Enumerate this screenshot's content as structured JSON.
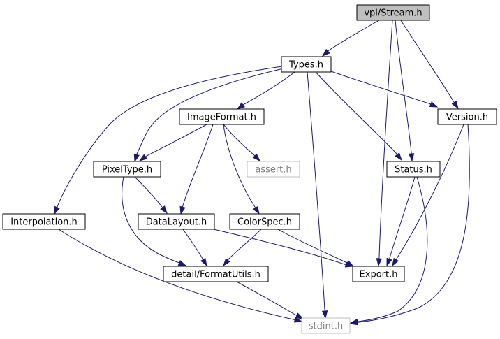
{
  "diagram": {
    "nodes": [
      {
        "id": "stream",
        "label": "vpi/Stream.h",
        "kind": "root"
      },
      {
        "id": "types",
        "label": "Types.h",
        "kind": "normal"
      },
      {
        "id": "imageformat",
        "label": "ImageFormat.h",
        "kind": "normal"
      },
      {
        "id": "version",
        "label": "Version.h",
        "kind": "normal"
      },
      {
        "id": "pixeltype",
        "label": "PixelType.h",
        "kind": "normal"
      },
      {
        "id": "assert",
        "label": "assert.h",
        "kind": "external"
      },
      {
        "id": "status",
        "label": "Status.h",
        "kind": "normal"
      },
      {
        "id": "interpolation",
        "label": "Interpolation.h",
        "kind": "normal"
      },
      {
        "id": "datalayout",
        "label": "DataLayout.h",
        "kind": "normal"
      },
      {
        "id": "colorspec",
        "label": "ColorSpec.h",
        "kind": "normal"
      },
      {
        "id": "formatutils",
        "label": "detail/FormatUtils.h",
        "kind": "normal"
      },
      {
        "id": "export",
        "label": "Export.h",
        "kind": "normal"
      },
      {
        "id": "stdint",
        "label": "stdint.h",
        "kind": "external"
      }
    ],
    "edges": [
      {
        "from": "stream",
        "to": "types"
      },
      {
        "from": "stream",
        "to": "export"
      },
      {
        "from": "stream",
        "to": "status"
      },
      {
        "from": "stream",
        "to": "version"
      },
      {
        "from": "types",
        "to": "imageformat"
      },
      {
        "from": "types",
        "to": "pixeltype"
      },
      {
        "from": "types",
        "to": "interpolation"
      },
      {
        "from": "types",
        "to": "stdint"
      },
      {
        "from": "types",
        "to": "status"
      },
      {
        "from": "types",
        "to": "version"
      },
      {
        "from": "imageformat",
        "to": "pixeltype"
      },
      {
        "from": "imageformat",
        "to": "datalayout"
      },
      {
        "from": "imageformat",
        "to": "assert"
      },
      {
        "from": "imageformat",
        "to": "colorspec"
      },
      {
        "from": "pixeltype",
        "to": "datalayout"
      },
      {
        "from": "pixeltype",
        "to": "formatutils"
      },
      {
        "from": "version",
        "to": "export"
      },
      {
        "from": "version",
        "to": "stdint"
      },
      {
        "from": "status",
        "to": "export"
      },
      {
        "from": "status",
        "to": "stdint"
      },
      {
        "from": "interpolation",
        "to": "stdint"
      },
      {
        "from": "datalayout",
        "to": "formatutils"
      },
      {
        "from": "datalayout",
        "to": "export"
      },
      {
        "from": "colorspec",
        "to": "formatutils"
      },
      {
        "from": "colorspec",
        "to": "export"
      },
      {
        "from": "formatutils",
        "to": "stdint"
      }
    ],
    "colors": {
      "edge": "#191970",
      "root_fill": "#bfbfbf",
      "node_border": "#000000",
      "external_border": "#bfbfbf",
      "external_text": "#7f7f7f"
    }
  }
}
